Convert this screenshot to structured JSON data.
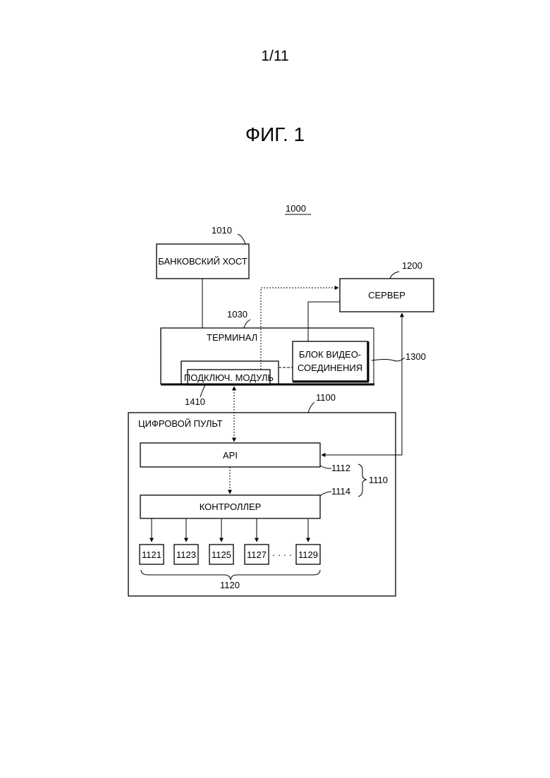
{
  "page": {
    "number": "1/11",
    "figure": "ФИГ. 1"
  },
  "diagram": {
    "system_ref": "1000",
    "bank_host": {
      "label": "БАНКОВСКИЙ ХОСТ",
      "ref": "1010"
    },
    "server": {
      "label": "СЕРВЕР",
      "ref": "1200"
    },
    "terminal": {
      "label": "ТЕРМИНАЛ",
      "ref": "1030"
    },
    "video_block": {
      "line1": "БЛОК ВИДЕО-",
      "line2": "СОЕДИНЕНИЯ",
      "ref": "1300"
    },
    "connect_module": {
      "label": "ПОДКЛЮЧ. МОДУЛЬ",
      "ref": "1410"
    },
    "digital_panel": {
      "label": "ЦИФРОВОЙ ПУЛЬТ",
      "ref": "1100"
    },
    "api": {
      "label": "API",
      "ref": "1112"
    },
    "controller": {
      "label": "КОНТРОЛЛЕР",
      "ref": "1114"
    },
    "group_ref": "1110",
    "devices": [
      "1121",
      "1123",
      "1125",
      "1127",
      "1129"
    ],
    "ellipsis": "· · · ·",
    "devices_ref": "1120"
  }
}
